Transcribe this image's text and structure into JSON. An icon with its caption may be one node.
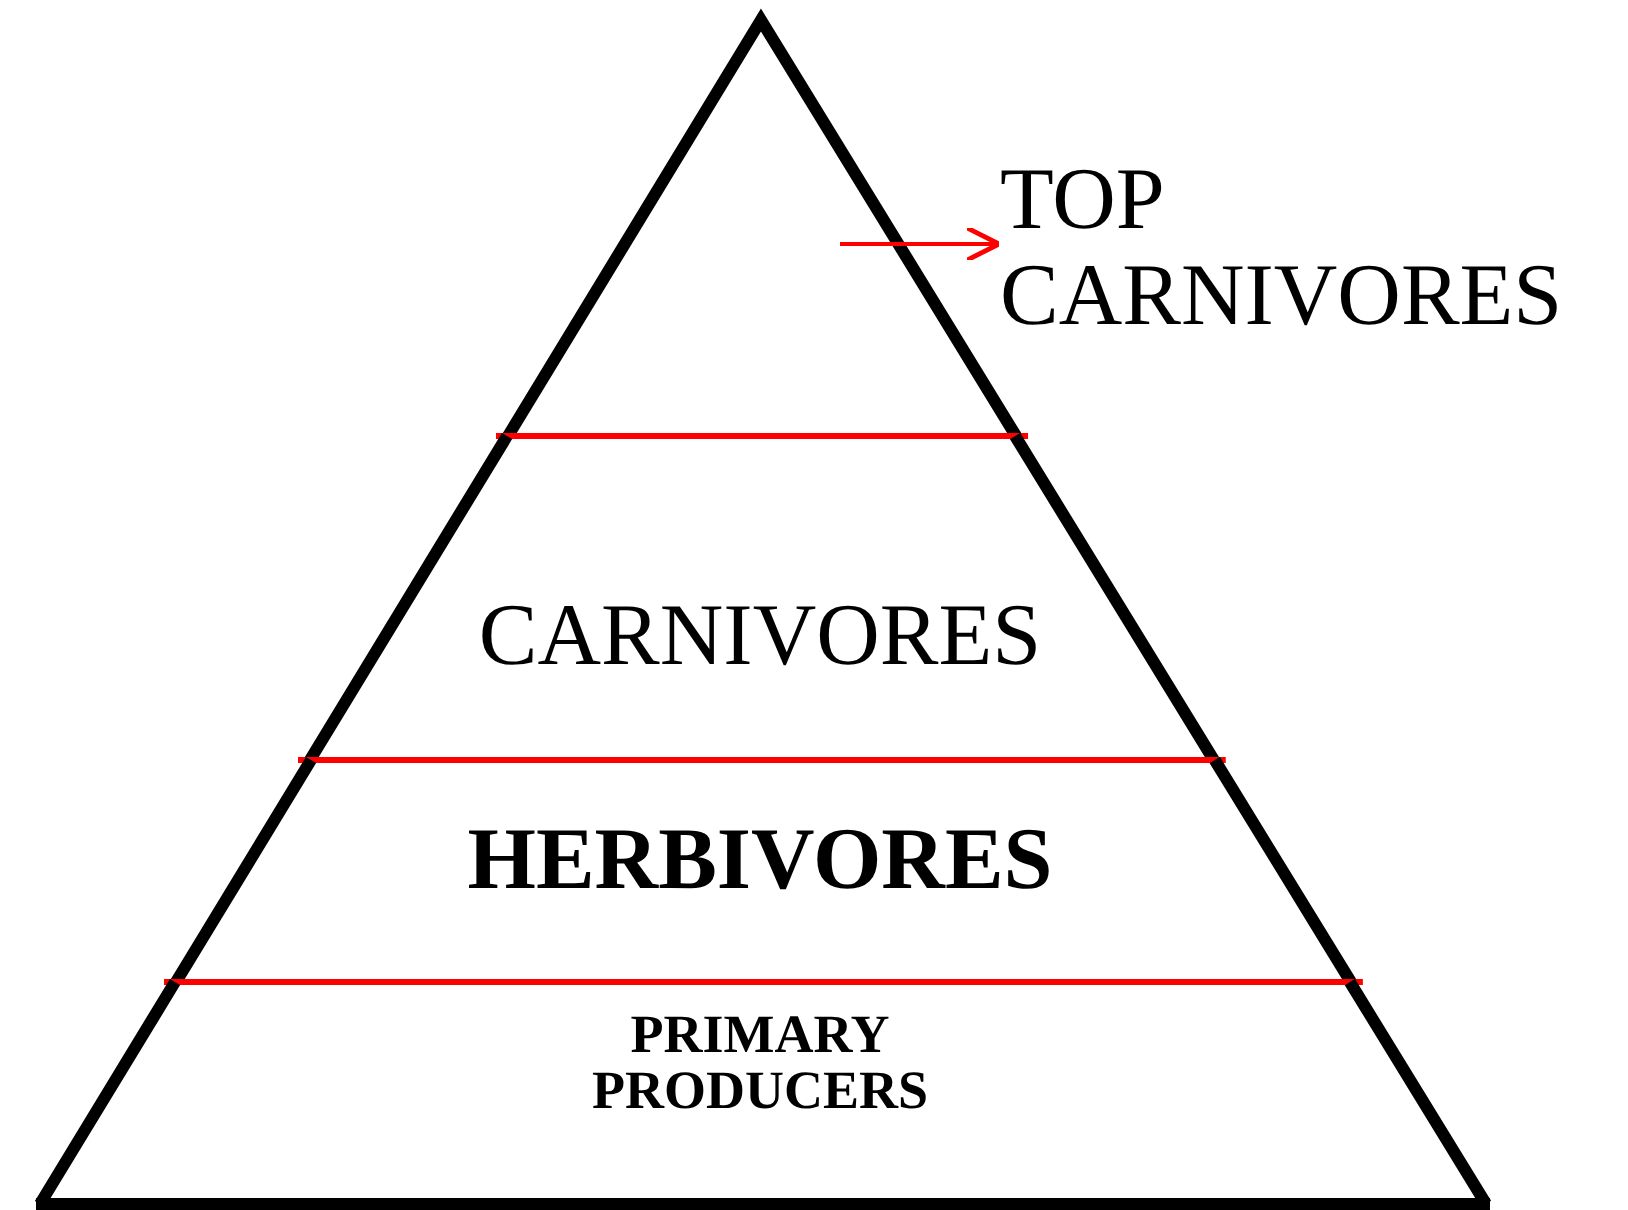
{
  "diagram": {
    "nodes": [
      {
        "text": [],
        "shape": "triangle"
      },
      {
        "text": [
          "TOP CARNIVORES"
        ]
      },
      {
        "text": [
          "CARNIVORES"
        ]
      },
      {
        "text": [
          "HERBIVORES"
        ]
      },
      {
        "text": [
          "PRIMARY PRODUCERS"
        ]
      }
    ],
    "edges": [
      {
        "from": 0,
        "to": 1,
        "arrow": "to"
      }
    ]
  }
}
